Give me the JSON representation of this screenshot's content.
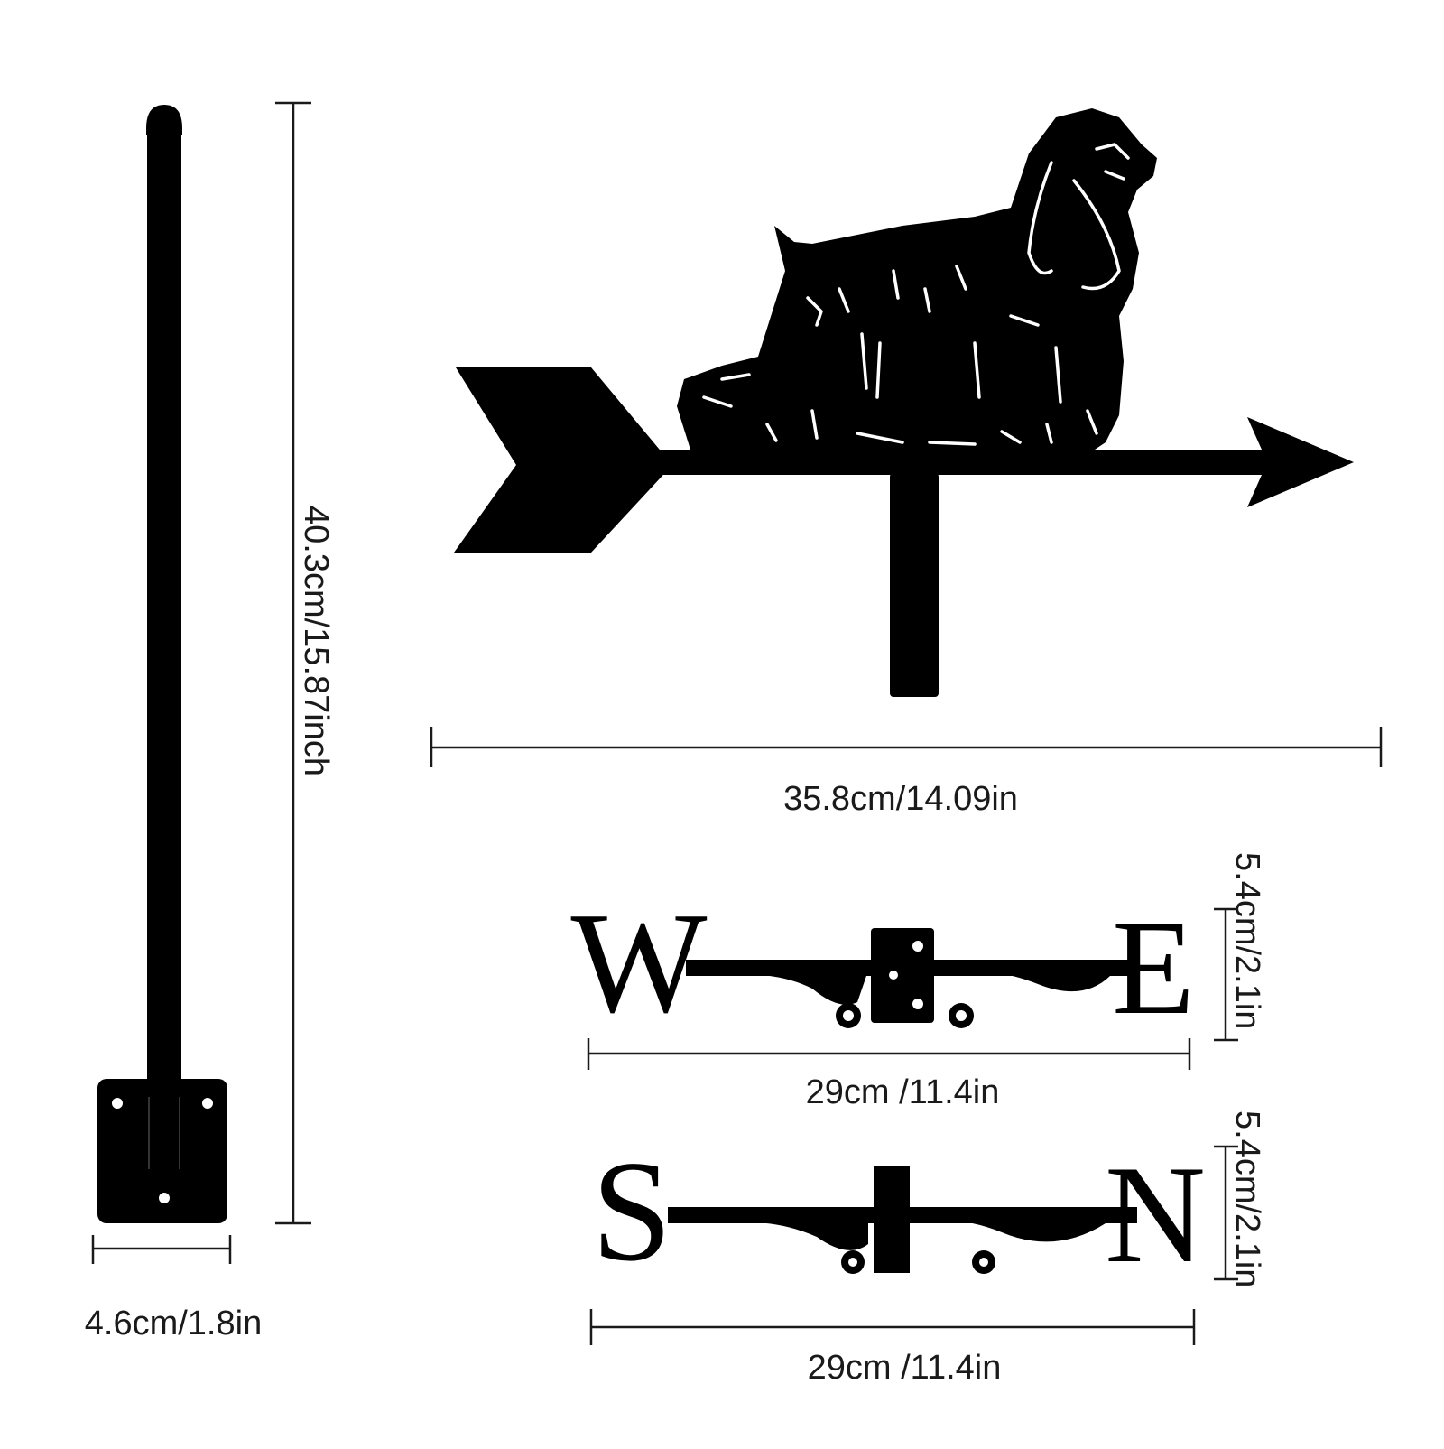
{
  "dimensions": {
    "pole_height": "40.3cm/15.87inch",
    "arrow_width": "35.8cm/14.09in",
    "base_width": "4.6cm/1.8in",
    "we_width": "29cm /11.4in",
    "we_height": "5.4cm/2.1in",
    "sn_width": "29cm /11.4in",
    "sn_height": "5.4cm/2.1in"
  },
  "letters": {
    "west": "W",
    "east": "E",
    "south": "S",
    "north": "N"
  },
  "colors": {
    "ink": "#000000",
    "background": "#ffffff",
    "dimension_line": "#1a1a1a"
  },
  "icons": [
    "pole-icon",
    "weathervane-dog-arrow-icon",
    "spaniel-dog-icon",
    "we-direction-bar-icon",
    "sn-direction-bar-icon"
  ]
}
